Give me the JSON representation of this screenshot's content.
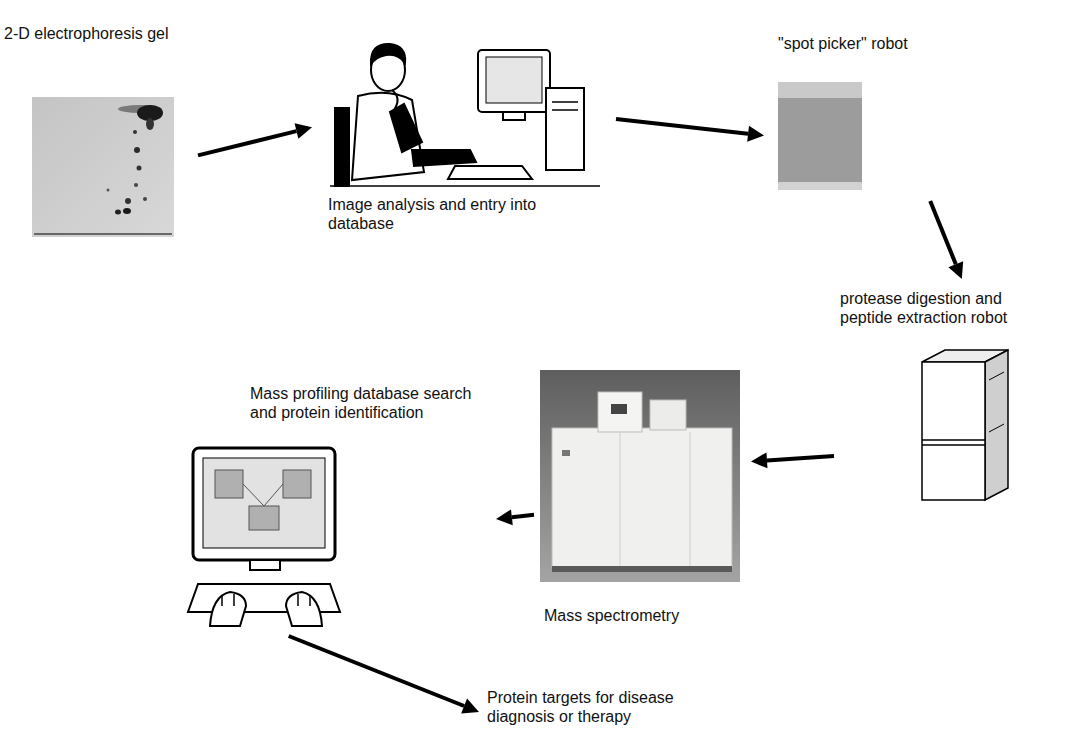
{
  "diagram": {
    "nodes": [
      {
        "text": [
          "2-D electrophoresis gel"
        ]
      },
      {
        "text": [
          "Image analysis and entry into database"
        ]
      },
      {
        "text": [
          "\"spot picker\" robot"
        ]
      },
      {
        "text": [
          "protease digestion and peptide extraction robot"
        ]
      },
      {
        "text": [
          "Mass spectrometry"
        ]
      },
      {
        "text": [
          "Mass profiling database search and protein identification"
        ]
      },
      {
        "text": [
          "Protein targets for disease diagnosis or therapy"
        ]
      }
    ],
    "edges": [
      {
        "from": 0,
        "to": 1,
        "arrow": "to"
      },
      {
        "from": 1,
        "to": 2,
        "arrow": "to"
      },
      {
        "from": 2,
        "to": 3,
        "arrow": "to"
      },
      {
        "from": 3,
        "to": 4,
        "arrow": "to"
      },
      {
        "from": 4,
        "to": 5,
        "arrow": "to"
      },
      {
        "from": 5,
        "to": 6,
        "arrow": "to"
      }
    ]
  }
}
